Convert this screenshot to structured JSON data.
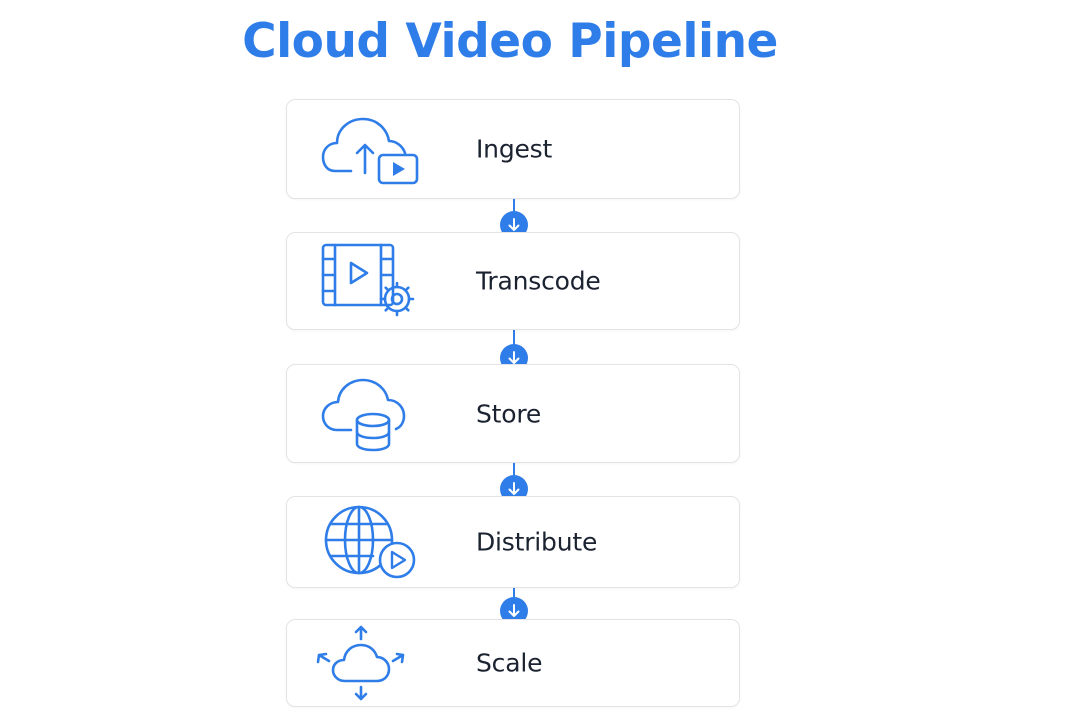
{
  "title": "Cloud Video Pipeline",
  "accent_color": "#2f7de8",
  "steps": [
    {
      "label": "Ingest",
      "icon": "cloud-upload-video-icon"
    },
    {
      "label": "Transcode",
      "icon": "film-gear-icon"
    },
    {
      "label": "Store",
      "icon": "cloud-database-icon"
    },
    {
      "label": "Distribute",
      "icon": "globe-play-icon"
    },
    {
      "label": "Scale",
      "icon": "cloud-expand-arrows-icon"
    }
  ]
}
